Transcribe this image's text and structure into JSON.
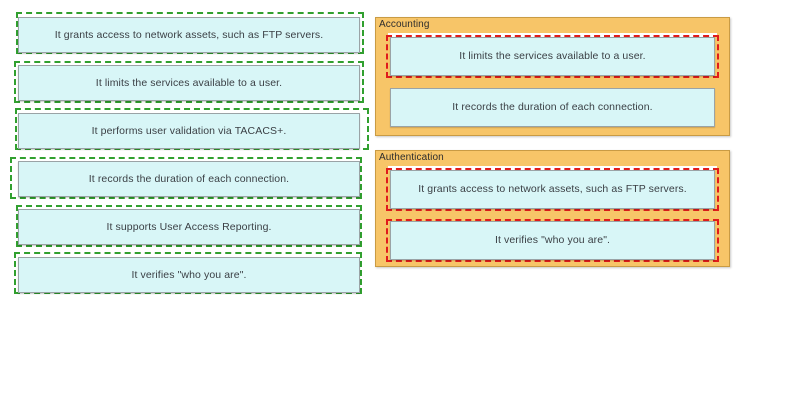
{
  "meta": {
    "activity_type": "drag-and-drop-matching",
    "background_color": "#ffffff",
    "card_fill_color": "#d8f6f7",
    "card_border_color": "#9aa3a6",
    "panel_fill_color": "#f7c568",
    "panel_border_color": "#c99b44",
    "dropzone_dash_color_left": "#31a02f",
    "dropzone_dash_color_right": "#e01b1b",
    "text_color": "#3a3f44"
  },
  "source_column": {
    "name": "answer-bank",
    "items": [
      {
        "id": "opt-1",
        "label": "It grants access to network assets, such as FTP servers."
      },
      {
        "id": "opt-2",
        "label": "It limits the services available to a user."
      },
      {
        "id": "opt-3",
        "label": "It performs user validation via TACACS+."
      },
      {
        "id": "opt-4",
        "label": "It records the duration of each connection."
      },
      {
        "id": "opt-5",
        "label": "It supports User Access Reporting."
      },
      {
        "id": "opt-6",
        "label": "It verifies \"who you are\"."
      }
    ]
  },
  "categories": [
    {
      "id": "cat-accounting",
      "title": "Accounting",
      "items": [
        {
          "id": "acc-1",
          "label": "It limits the services available to a user."
        },
        {
          "id": "acc-2",
          "label": "It records the duration of each connection."
        }
      ]
    },
    {
      "id": "cat-authentication",
      "title": "Authentication",
      "items": [
        {
          "id": "auth-1",
          "label": "It grants access to network assets, such as FTP servers."
        },
        {
          "id": "auth-2",
          "label": "It verifies \"who you are\"."
        }
      ]
    }
  ]
}
